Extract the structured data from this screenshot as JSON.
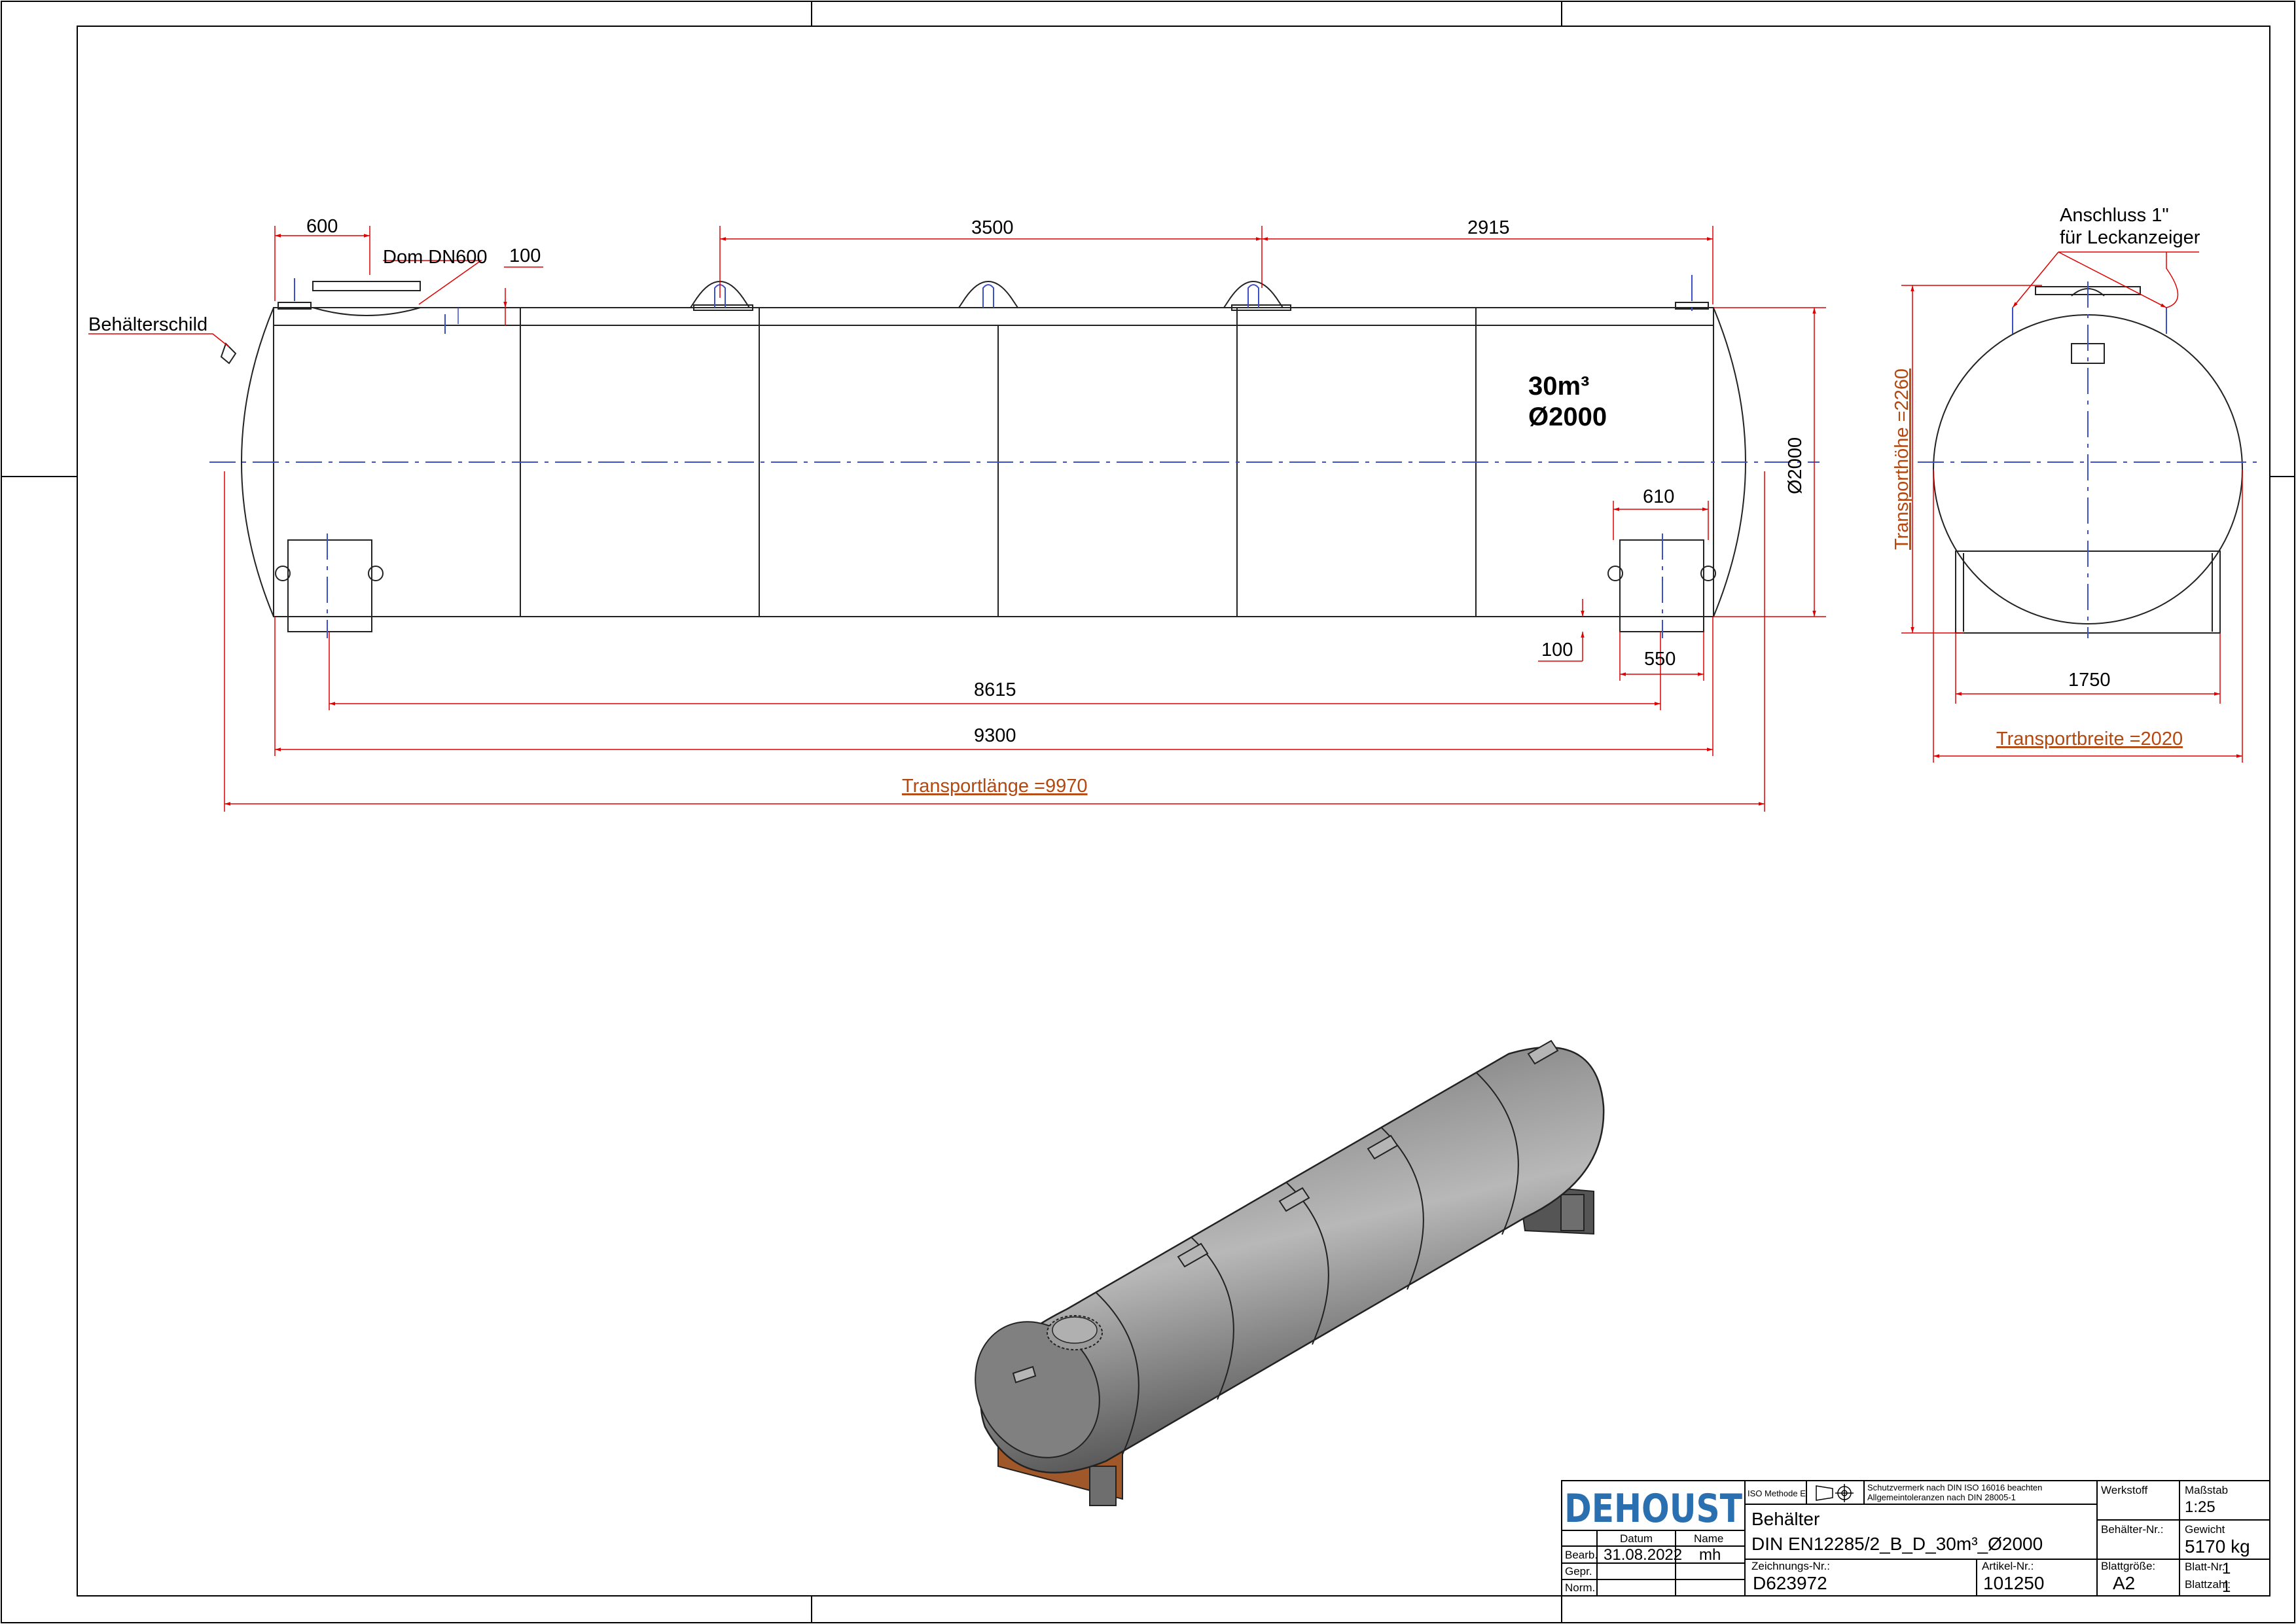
{
  "tank_views": {
    "side": {
      "labels": {
        "nameplate": "Behälterschild",
        "dome": "Dom DN600",
        "volume": "30m³",
        "diameter": "Ø2000"
      },
      "dimensions": {
        "d600": "600",
        "d100_top": "100",
        "d3500": "3500",
        "d2915": "2915",
        "dia": "Ø2000",
        "d610": "610",
        "d100_bottom": "100",
        "d550": "550",
        "d8615": "8615",
        "d9300": "9300",
        "transport_length": "Transportlänge =9970"
      }
    },
    "end": {
      "labels": {
        "connection_line1": "Anschluss 1\"",
        "connection_line2": "für Leckanzeiger"
      },
      "dimensions": {
        "transport_height": "Transporthöhe =2260",
        "d1750": "1750",
        "transport_width": "Transportbreite =2020"
      }
    }
  },
  "colors": {
    "frame": "#000000",
    "dimension": "#e00000",
    "centerline": "#3b4fc8",
    "transport": "#b5480f",
    "tank_body": "#7a7a7a",
    "saddle": "#a0582a",
    "logo": "#2a6fb0"
  },
  "title_block": {
    "company": "DEHOUST",
    "iso": "ISO Methode E",
    "note_line1": "Schutzvermerk nach DIN ISO 16016 beachten",
    "note_line2": "Allgemeintoleranzen nach DIN 28005-1",
    "headers": {
      "datum": "Datum",
      "name": "Name"
    },
    "rows": {
      "bearb_label": "Bearb.",
      "bearb_date": "31.08.2022",
      "bearb_name": "mh",
      "gepr_label": "Gepr.",
      "norm_label": "Norm."
    },
    "title_line1": "Behälter",
    "title_line2": "DIN EN12285/2_B_D_30m³_Ø2000",
    "drawing_no_label": "Zeichnungs-Nr.:",
    "drawing_no": "D623972",
    "article_no_label": "Artikel-Nr.:",
    "article_no": "101250",
    "sheet_size_label": "Blattgröße:",
    "sheet_size": "A2",
    "sheet_no_label": "Blatt-Nr.:",
    "sheet_no": "1",
    "sheet_count_label": "Blattzahl:",
    "sheet_count": "1",
    "material_label": "Werkstoff",
    "container_no_label": "Behälter-Nr.:",
    "scale_label": "Maßstab",
    "scale": "1:25",
    "weight_label": "Gewicht",
    "weight": "5170 kg"
  }
}
